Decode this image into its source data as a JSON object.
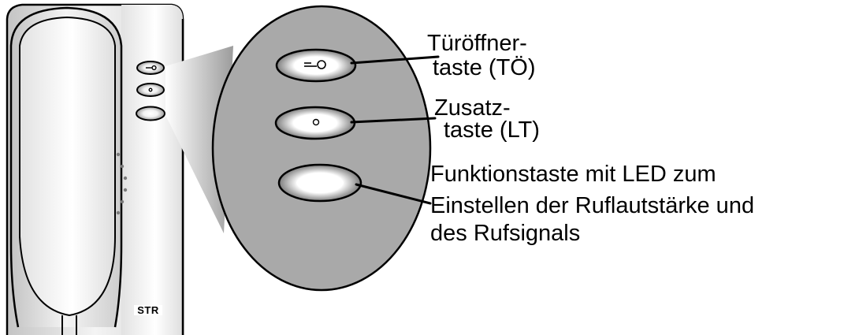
{
  "device": {
    "brand_logo": "STR",
    "buttons": [
      {
        "id": "door-opener",
        "icon": "key-icon"
      },
      {
        "id": "additional",
        "icon": "dot-icon"
      },
      {
        "id": "function",
        "icon": "led-icon"
      }
    ]
  },
  "labels": {
    "door_opener": {
      "line1": "Türöffner-",
      "line2": "taste (TÖ)"
    },
    "additional": {
      "line1": "Zusatz-",
      "line2": "taste (LT)"
    },
    "function": {
      "line1": "Funktionstaste mit LED zum",
      "line2": "Einstellen der Ruflautstärke und",
      "line3": "des Rufsignals"
    }
  },
  "colors": {
    "magnifier_fill": "#a9a9a9",
    "outline": "#000000",
    "housing_light": "#ffffff",
    "housing_dark": "#b5b5b5"
  }
}
